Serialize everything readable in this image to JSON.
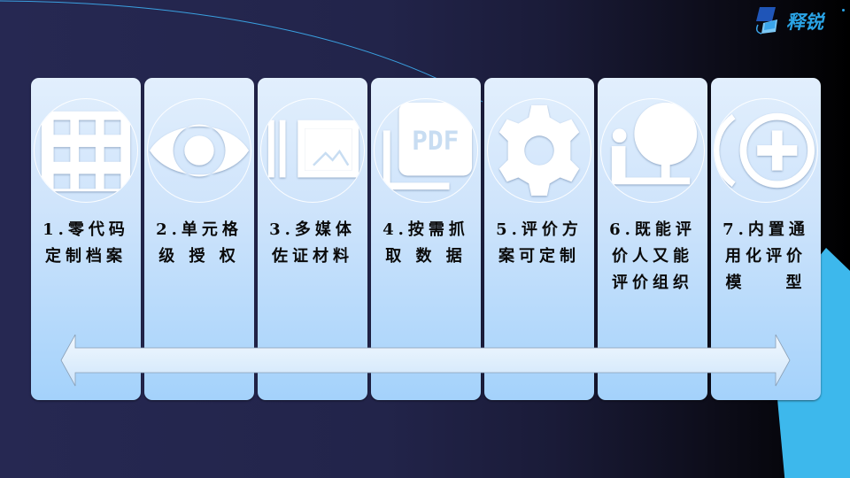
{
  "logo": {
    "brand_text": "释锐",
    "icon": "graduation-cap-logo-icon",
    "color": "#2aa4e6"
  },
  "features": [
    {
      "icon": "grid-icon",
      "lines": [
        "1.零代码",
        "定制档案"
      ]
    },
    {
      "icon": "eye-icon",
      "lines": [
        "2.单元格",
        "级 授 权"
      ]
    },
    {
      "icon": "image-gallery-icon",
      "lines": [
        "3.多媒体",
        "佐证材料"
      ]
    },
    {
      "icon": "pdf-icon",
      "lines": [
        "4.按需抓",
        "取 数 据"
      ]
    },
    {
      "icon": "gear-icon",
      "lines": [
        "5.评价方",
        "案可定制"
      ]
    },
    {
      "icon": "person-presentation-icon",
      "lines": [
        "6.既能评",
        "价人又能",
        "评价组织"
      ]
    },
    {
      "icon": "add-circle-icon",
      "lines": [
        "7.内置通",
        "用化评价",
        "模    型"
      ]
    }
  ],
  "arrow": {
    "icon": "double-headed-arrow-icon"
  },
  "colors": {
    "background_left": "#262852",
    "background_right": "#000000",
    "card_top": "#e2effd",
    "card_bottom": "#a4d2fb",
    "accent_blue": "#3db8ec"
  }
}
